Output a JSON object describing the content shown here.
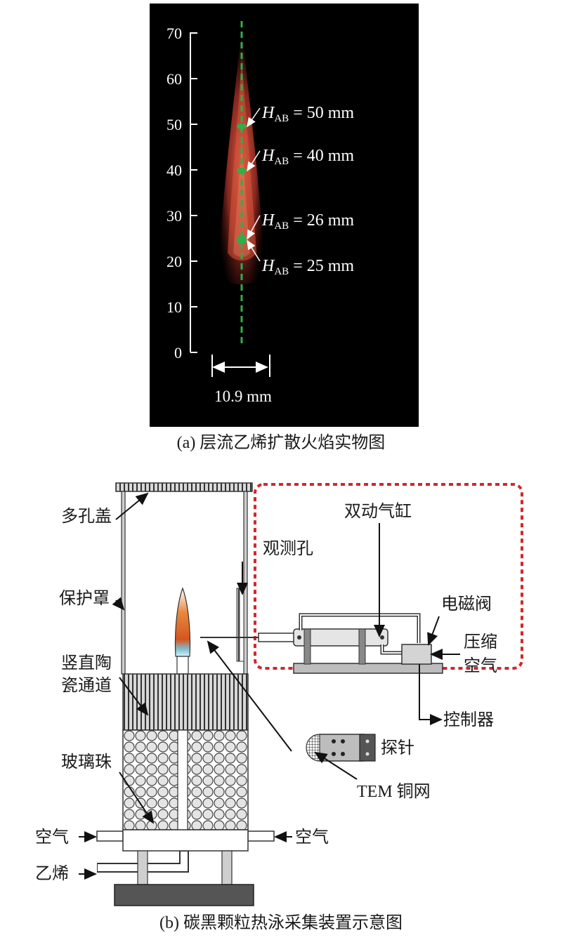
{
  "panel_a": {
    "axis_ticks": [
      "0",
      "10",
      "20",
      "30",
      "40",
      "50",
      "60",
      "70"
    ],
    "points": [
      {
        "h_prefix": "H",
        "h_sub": "AB",
        "value": " = 50 mm"
      },
      {
        "h_prefix": "H",
        "h_sub": "AB",
        "value": " = 40 mm"
      },
      {
        "h_prefix": "H",
        "h_sub": "AB",
        "value": " = 26 mm"
      },
      {
        "h_prefix": "H",
        "h_sub": "AB",
        "value": " = 25 mm"
      }
    ],
    "width_label": "10.9 mm",
    "caption": "(a) 层流乙烯扩散火焰实物图"
  },
  "panel_b": {
    "labels": {
      "porous_cover": "多孔盖",
      "shield": "保护罩",
      "ceramic_line1": "竖直陶",
      "ceramic_line2": "瓷通道",
      "glass_beads": "玻璃珠",
      "air_left": "空气",
      "air_right": "空气",
      "ethylene": "乙烯",
      "observation_hole": "观测孔",
      "double_cylinder": "双动气缸",
      "solenoid_valve": "电磁阀",
      "compressed_line1": "压缩",
      "compressed_line2": "空气",
      "controller": "控制器",
      "probe": "探针",
      "tem_grid": "TEM 铜网"
    },
    "caption": "(b) 碳黑颗粒热泳采集装置示意图"
  },
  "colors": {
    "flame_photo_bg": "#000000",
    "flame_red": "#c4432a",
    "marker_green": "#2fae4a",
    "dashed_box": "#d0282b",
    "flame_orange": "#d4551f",
    "flame_blue": "#7ec3d8"
  }
}
